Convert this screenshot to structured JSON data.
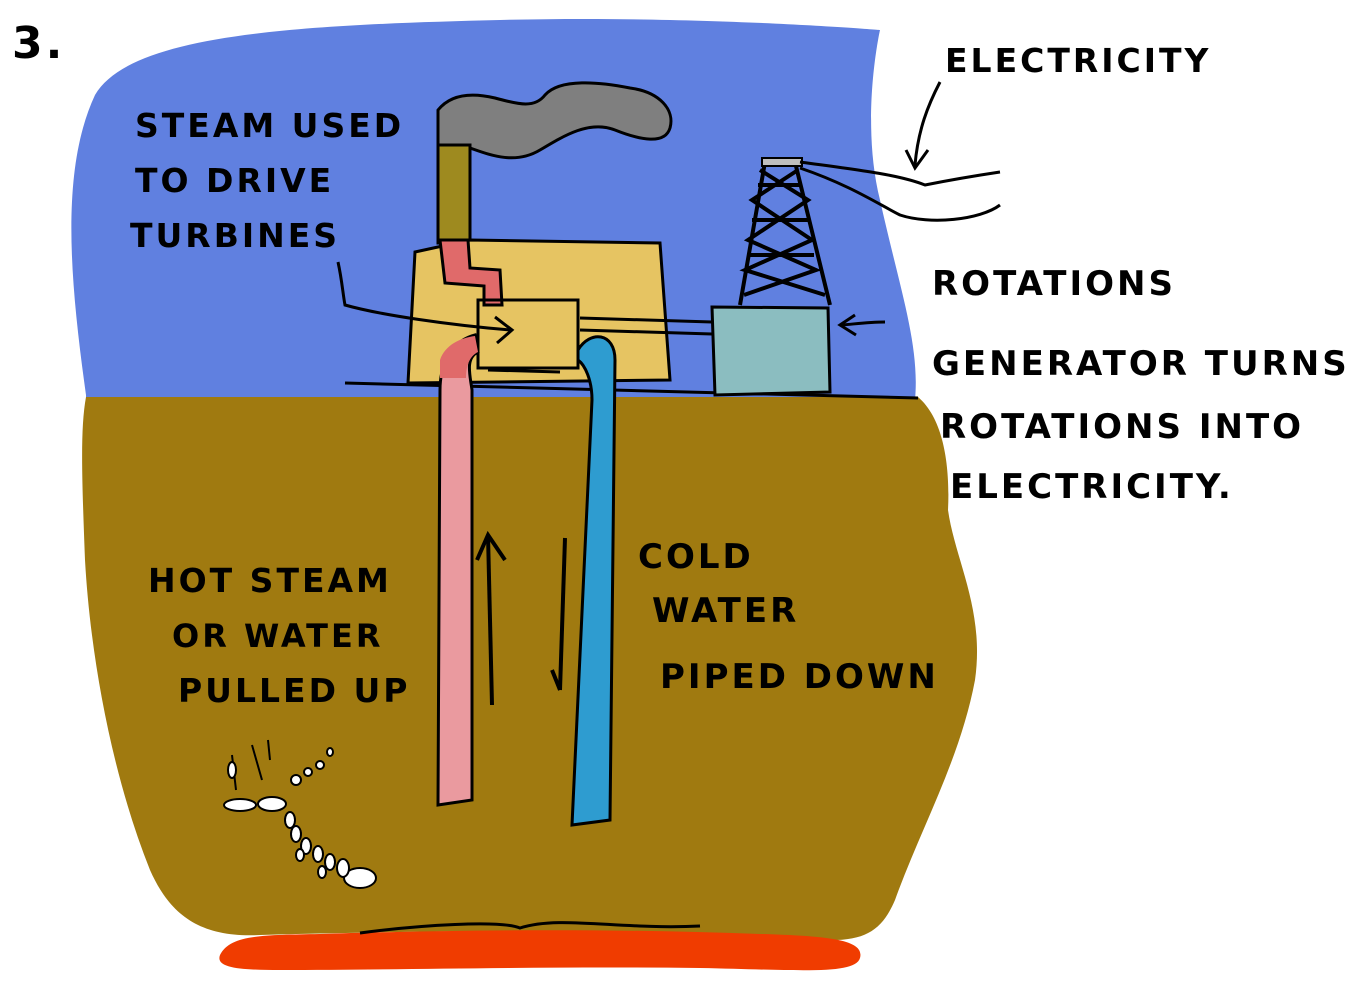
{
  "step_number": "3.",
  "labels": {
    "steam_turbines": [
      "STEAM USED",
      "TO DRIVE",
      "TURBINES"
    ],
    "electricity": "ELECTRICITY",
    "rotations": "ROTATIONS",
    "generator": [
      "GENERATOR TURNS",
      "ROTATIONS INTO",
      "ELECTRICITY."
    ],
    "hot_steam": [
      "HOT STEAM",
      "OR WATER",
      "PULLED UP"
    ],
    "cold_water": [
      "COLD",
      "WATER",
      "PIPED DOWN"
    ]
  },
  "colors": {
    "sky": "#6080E0",
    "ground": "#A07A10",
    "magma": "#F03C00",
    "plant": "#E6C462",
    "generator": "#8BBDC0",
    "smoke": "#7F7F7F",
    "chimney": "#9E8A1F",
    "hot_pipe": "#EA9A9F",
    "hot_pipe_top": "#E06A6A",
    "cold_pipe": "#2E9CD0",
    "outline": "#000000"
  }
}
